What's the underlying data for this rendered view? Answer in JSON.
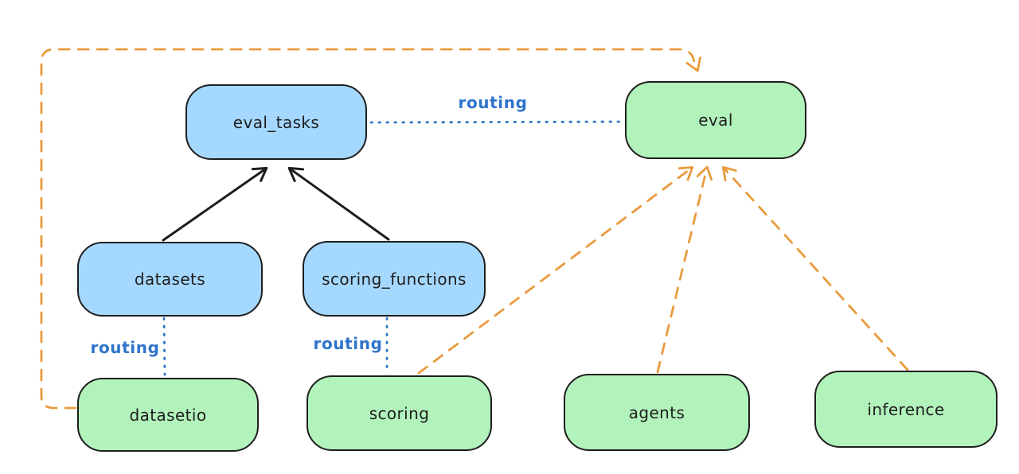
{
  "diagram": {
    "background": "#ffffff",
    "colors": {
      "blue_node_fill": "#a5d8ff",
      "green_node_fill": "#b2f2bb",
      "node_stroke": "#1e1e1e",
      "solid_edge": "#1e1e1e",
      "dotted_edge_blue": "#2f74cb",
      "dashed_edge_orange": "#e99b3d"
    },
    "nodes": [
      {
        "id": "eval_tasks",
        "label": "eval_tasks",
        "fill": "blue"
      },
      {
        "id": "eval",
        "label": "eval",
        "fill": "green"
      },
      {
        "id": "datasets",
        "label": "datasets",
        "fill": "blue"
      },
      {
        "id": "scoring_functions",
        "label": "scoring_functions",
        "fill": "blue"
      },
      {
        "id": "datasetio",
        "label": "datasetio",
        "fill": "green"
      },
      {
        "id": "scoring",
        "label": "scoring",
        "fill": "green"
      },
      {
        "id": "agents",
        "label": "agents",
        "fill": "green"
      },
      {
        "id": "inference",
        "label": "inference",
        "fill": "green"
      }
    ],
    "edges": [
      {
        "from": "datasets",
        "to": "eval_tasks",
        "style": "solid",
        "color": "#1e1e1e",
        "arrow": true,
        "label": ""
      },
      {
        "from": "scoring_functions",
        "to": "eval_tasks",
        "style": "solid",
        "color": "#1e1e1e",
        "arrow": true,
        "label": ""
      },
      {
        "from": "eval_tasks",
        "to": "eval",
        "style": "dotted",
        "color": "#2f74cb",
        "arrow": false,
        "label": "routing"
      },
      {
        "from": "datasets",
        "to": "datasetio",
        "style": "dotted",
        "color": "#2f74cb",
        "arrow": false,
        "label": "routing"
      },
      {
        "from": "scoring_functions",
        "to": "scoring",
        "style": "dotted",
        "color": "#2f74cb",
        "arrow": false,
        "label": "routing"
      },
      {
        "from": "datasetio",
        "to": "eval",
        "style": "dashed",
        "color": "#e99b3d",
        "arrow": true,
        "label": ""
      },
      {
        "from": "scoring",
        "to": "eval",
        "style": "dashed",
        "color": "#e99b3d",
        "arrow": true,
        "label": ""
      },
      {
        "from": "agents",
        "to": "eval",
        "style": "dashed",
        "color": "#e99b3d",
        "arrow": true,
        "label": ""
      },
      {
        "from": "inference",
        "to": "eval",
        "style": "dashed",
        "color": "#e99b3d",
        "arrow": true,
        "label": ""
      }
    ]
  }
}
